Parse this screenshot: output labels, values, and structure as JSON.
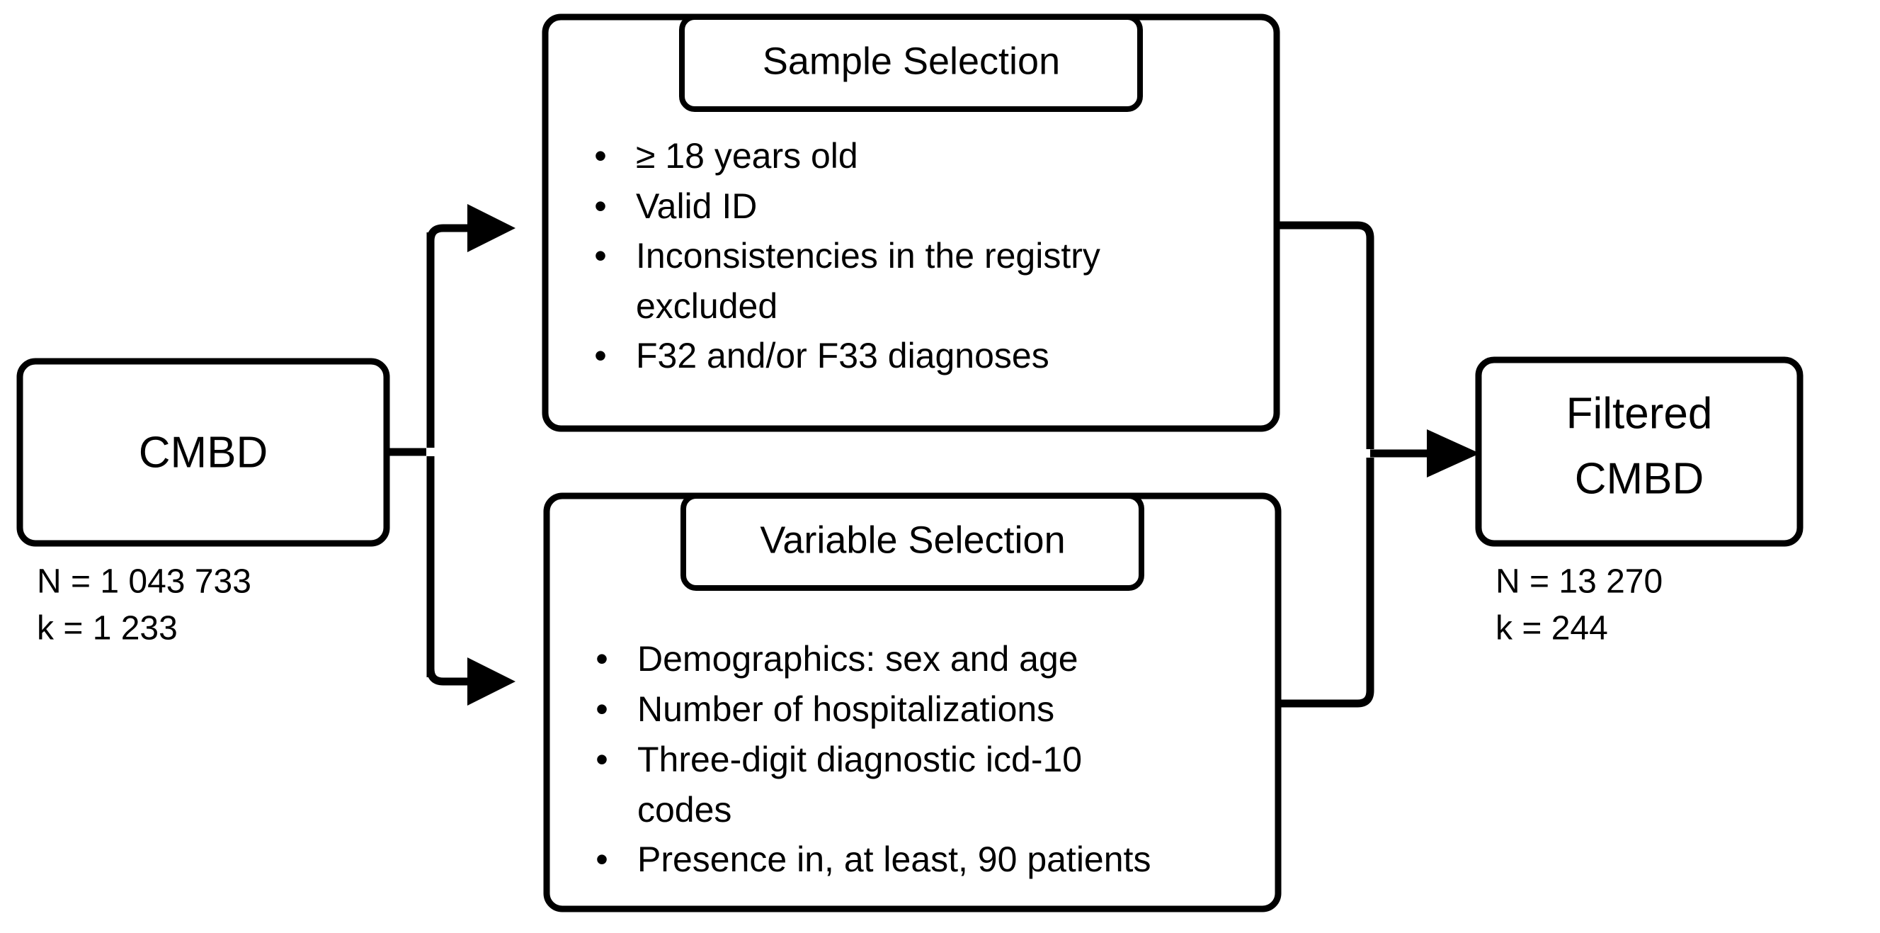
{
  "diagram": {
    "type": "flowchart",
    "title": "CMBD data filtering flowchart",
    "nodes": {
      "source": {
        "label": "CMBD",
        "caption_n": "N = 1 043 733",
        "caption_k": "k = 1 233"
      },
      "sample_selection": {
        "title": "Sample Selection",
        "bullet_marker": "•",
        "bullets": [
          "≥ 18 years old",
          "Valid ID",
          "Inconsistencies in the registry",
          "excluded",
          "F32 and/or F33 diagnoses"
        ]
      },
      "variable_selection": {
        "title": "Variable Selection",
        "bullet_marker": "•",
        "bullets": [
          "Demographics: sex and age",
          "Number of hospitalizations",
          "Three-digit diagnostic icd-10",
          "codes",
          "Presence in, at least, 90 patients"
        ]
      },
      "result": {
        "label_line1": "Filtered",
        "label_line2": "CMBD",
        "caption_n": "N = 13 270",
        "caption_k": "k = 244"
      }
    },
    "edges": [
      {
        "from": "source",
        "to": "sample_selection",
        "arrow": "right"
      },
      {
        "from": "source",
        "to": "variable_selection",
        "arrow": "right"
      },
      {
        "from": "sample_selection",
        "to": "result",
        "arrow": "right"
      },
      {
        "from": "variable_selection",
        "to": "result",
        "arrow": "right"
      }
    ],
    "colors": {
      "stroke": "#000000",
      "fill": "#ffffff",
      "text": "#000000"
    }
  }
}
